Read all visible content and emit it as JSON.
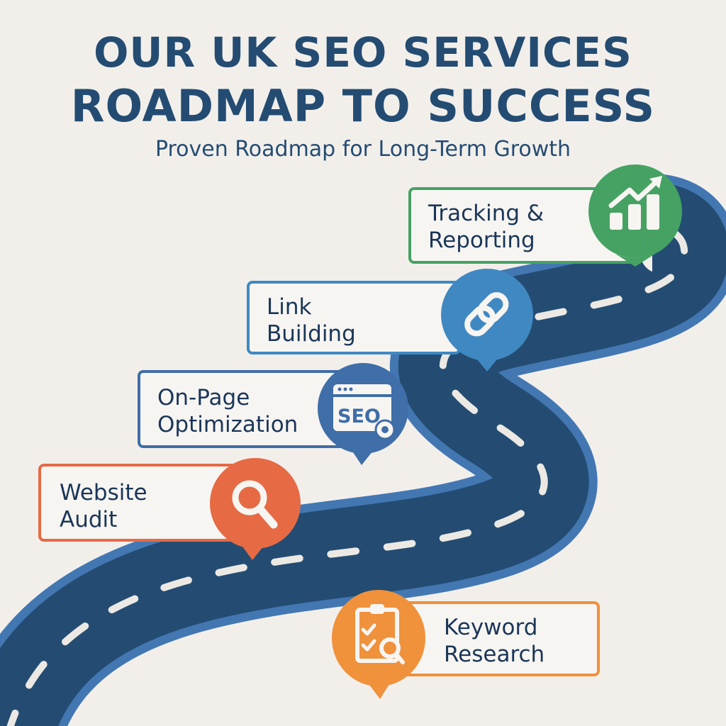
{
  "header": {
    "title_line1": "OUR UK SEO SERVICES",
    "title_line2": "ROADMAP TO SUCCESS",
    "subtitle": "Proven Roadmap for Long-Term Growth"
  },
  "colors": {
    "background": "#f2efeb",
    "title": "#244c72",
    "road_fill": "#244c72",
    "road_edge": "#4377b2",
    "lane_marking": "#ece9e4",
    "keyword_research": "#f0913b",
    "website_audit": "#e66a44",
    "on_page": "#3f6ea8",
    "link_building": "#4088c2",
    "tracking": "#46a263"
  },
  "steps": [
    {
      "order": 1,
      "label": "Keyword\nResearch",
      "icon": "clipboard-search-icon",
      "color": "#f0913b"
    },
    {
      "order": 2,
      "label": "Website\nAudit",
      "icon": "magnifier-icon",
      "color": "#e66a44"
    },
    {
      "order": 3,
      "label": "On-Page\nOptimization",
      "icon": "seo-browser-gear-icon",
      "color": "#3f6ea8"
    },
    {
      "order": 4,
      "label": "Link\nBuilding",
      "icon": "chain-link-icon",
      "color": "#4088c2"
    },
    {
      "order": 5,
      "label": "Tracking &\nReporting",
      "icon": "growth-chart-icon",
      "color": "#46a263"
    }
  ]
}
